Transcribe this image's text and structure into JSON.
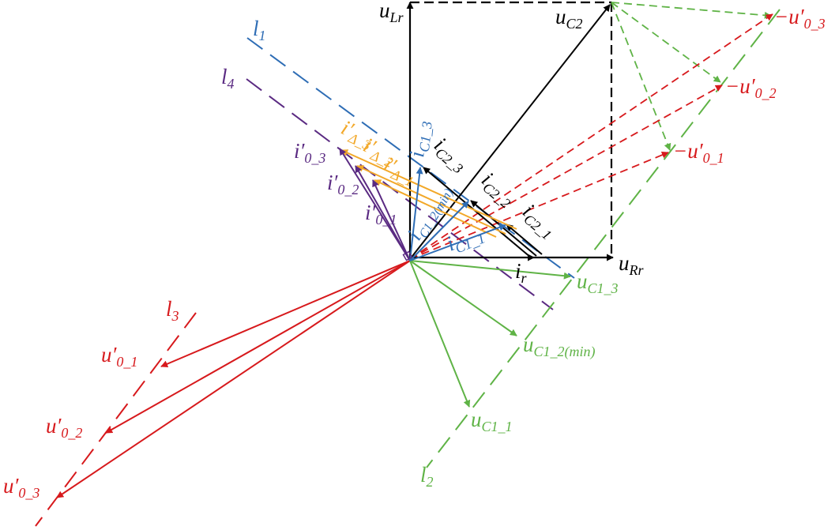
{
  "colors": {
    "black": "#000000",
    "red": "#d7191c",
    "green": "#5fb346",
    "blue": "#2e6db5",
    "purple": "#5a2a82",
    "orange": "#f2a829"
  },
  "labels": {
    "u_Lr": {
      "base": "u",
      "sub": "Lr",
      "color": "black"
    },
    "u_C2": {
      "base": "u",
      "sub": "C2",
      "color": "black"
    },
    "u_Rr": {
      "base": "u",
      "sub": "Rr",
      "color": "black"
    },
    "i_r": {
      "base": "i",
      "sub": "r",
      "color": "black"
    },
    "l1": {
      "base": "l",
      "sub": "1",
      "color": "blue"
    },
    "l4": {
      "base": "l",
      "sub": "4",
      "color": "purple"
    },
    "l3": {
      "base": "l",
      "sub": "3",
      "color": "red"
    },
    "l2": {
      "base": "l",
      "sub": "2",
      "color": "green"
    },
    "neg_u0_3": {
      "base": "−u′",
      "sub": "0_3",
      "color": "red"
    },
    "neg_u0_2": {
      "base": "−u′",
      "sub": "0_2",
      "color": "red"
    },
    "neg_u0_1": {
      "base": "−u′",
      "sub": "0_1",
      "color": "red"
    },
    "u0_1": {
      "base": "u′",
      "sub": "0_1",
      "color": "red"
    },
    "u0_2": {
      "base": "u′",
      "sub": "0_2",
      "color": "red"
    },
    "u0_3": {
      "base": "u′",
      "sub": "0_3",
      "color": "red"
    },
    "uC1_3": {
      "base": "u",
      "sub": "C1_3",
      "color": "green"
    },
    "uC1_2min": {
      "base": "u",
      "sub": "C1_2(min)",
      "color": "green"
    },
    "uC1_1": {
      "base": "u",
      "sub": "C1_1",
      "color": "green"
    },
    "iD_3": {
      "base": "i′",
      "sub": "Δ_3",
      "color": "orange"
    },
    "iD_2": {
      "base": "i′",
      "sub": "Δ_2",
      "color": "orange"
    },
    "iD_1": {
      "base": "i′",
      "sub": "Δ_1",
      "color": "orange"
    },
    "i0_3": {
      "base": "i′",
      "sub": "0_3",
      "color": "purple"
    },
    "i0_2": {
      "base": "i′",
      "sub": "0_2",
      "color": "purple"
    },
    "i0_1": {
      "base": "i′",
      "sub": "0_1",
      "color": "purple"
    },
    "iC1_3": {
      "base": "i",
      "sub": "C1_3",
      "color": "blue"
    },
    "iC1_2min": {
      "base": "i",
      "sub": "C1_2(min)",
      "color": "blue"
    },
    "iC1_1": {
      "base": "i",
      "sub": "C1_1",
      "color": "blue"
    },
    "iC2_3": {
      "base": "i",
      "sub": "C2_3",
      "color": "black"
    },
    "iC2_2": {
      "base": "i",
      "sub": "C2_2",
      "color": "black"
    },
    "iC2_1": {
      "base": "i",
      "sub": "C2_1",
      "color": "black"
    }
  }
}
